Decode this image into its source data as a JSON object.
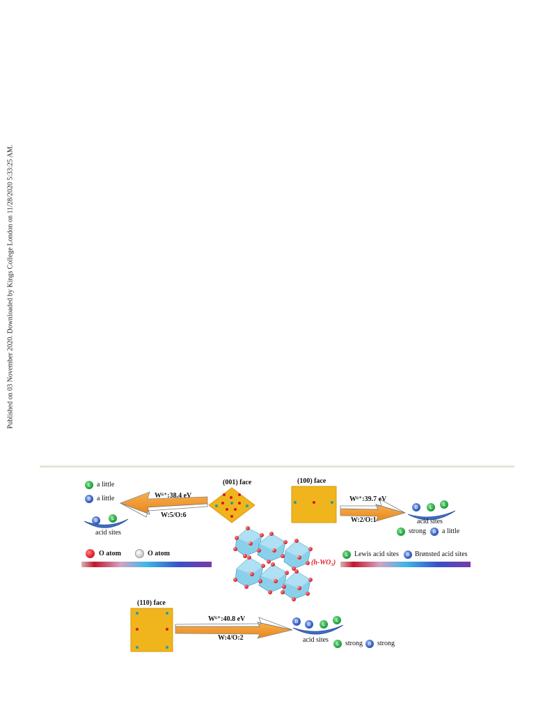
{
  "sidebar_note": "Published on 03 November 2020. Downloaded by Kings College London on 11/28/2020 5:33:25 AM.",
  "faces": {
    "f001": "(001) face",
    "f100": "(100) face",
    "f110": "(110) face"
  },
  "arrows": {
    "a001": {
      "energy": "W⁶⁺:38.4 eV",
      "ratio": "W:5/O:6"
    },
    "a100": {
      "energy": "W⁶⁺:39.7 eV",
      "ratio": "W:2/O:1"
    },
    "a110": {
      "energy": "W⁶⁺:40.8 eV",
      "ratio": "W:4/O:2"
    }
  },
  "left_panel": {
    "lewis_amount": "a little",
    "bronsted_amount": "a little",
    "acid_sites": "acid sites"
  },
  "right_panel": {
    "acid_sites": "acid sites",
    "lewis_strength": "strong",
    "bronsted_strength": "a little"
  },
  "bottom_panel": {
    "acid_sites": "acid sites",
    "lewis_strength": "strong",
    "bronsted_strength": "strong"
  },
  "legend": {
    "o_atom_red": "O atom",
    "o_atom_white": "O atom",
    "lewis": "Lewis acid sites",
    "bronsted": "Brønsted acid sites"
  },
  "center_label": "(h-WO₃)",
  "badge_letters": {
    "lewis": "L",
    "bronsted": "B"
  },
  "colors": {
    "face": "#f0b41c",
    "arrow": "#f5a030",
    "red_atom": "#d8141e",
    "teal_atom": "#1aa0b0",
    "octahedron": "#7ecbe8",
    "saddle": "#3f6fc4"
  }
}
